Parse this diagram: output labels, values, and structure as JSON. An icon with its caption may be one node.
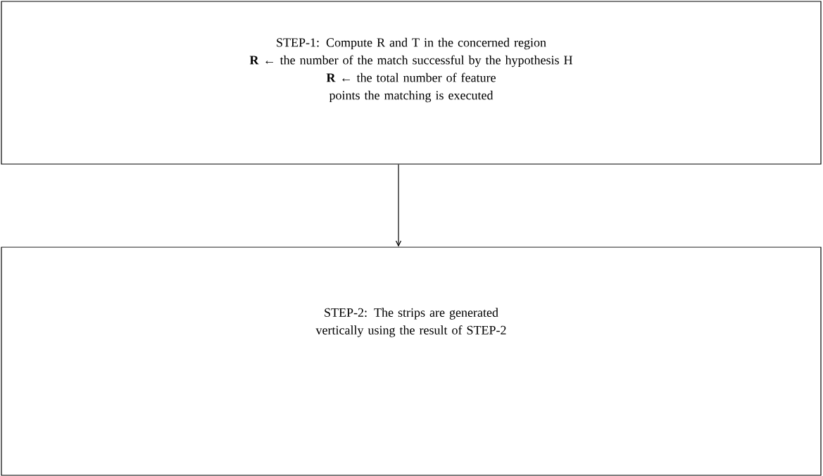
{
  "diagram": {
    "nodes": [
      {
        "text": [
          "STEP-1: Compute R and T in the concerned region",
          "**R** ← the number of the match successful by the hypothesis H",
          "**R** ← the total number of feature points the matching is executed"
        ]
      },
      {
        "text": [
          "STEP-2: The strips are generated vertically using the result of STEP-2"
        ]
      }
    ],
    "edges": [
      {
        "from": 0,
        "to": 1,
        "arrow": "to"
      }
    ]
  }
}
